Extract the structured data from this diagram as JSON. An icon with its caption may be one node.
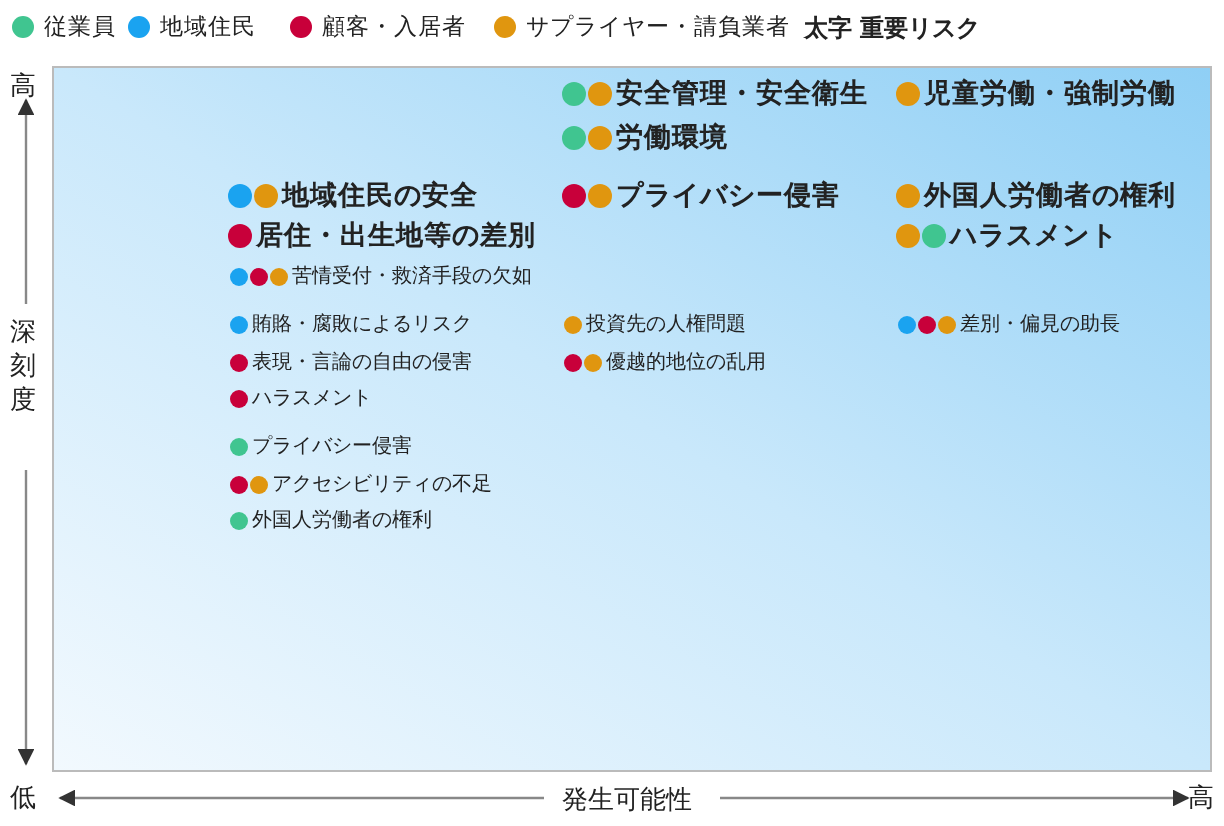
{
  "diagram": {
    "labels": [
      "高",
      "安全管理・安全衛生",
      "児童労働・強制労働",
      "労働環境",
      "地域住民の安全",
      "プライバシー侵害",
      "外国人労働者の権利",
      "居住・出生地等の差別",
      "ハラスメント",
      "苦情受付・救済手段の欠如",
      "賄賂・腐敗によるリスク",
      "投資先の人権問題",
      "差別・偏見の助長",
      "表現・言論の自由の侵害",
      "優越的地位の乱用",
      "ハラスメント",
      "プライバシー侵害",
      "アクセシビリティの不足",
      "外国人労働者の権利",
      "深刻度",
      "低",
      "発生可能性",
      "高",
      "太字 重要リスク"
    ],
    "legend": [
      {
        "text": "従業員",
        "color": "#40c590"
      },
      {
        "text": "地域住民",
        "color": "#1aa3f0"
      },
      {
        "text": "顧客・入居者",
        "color": "#c8003a"
      },
      {
        "text": "サプライヤー・請負業者",
        "color": "#e0960f"
      }
    ]
  }
}
